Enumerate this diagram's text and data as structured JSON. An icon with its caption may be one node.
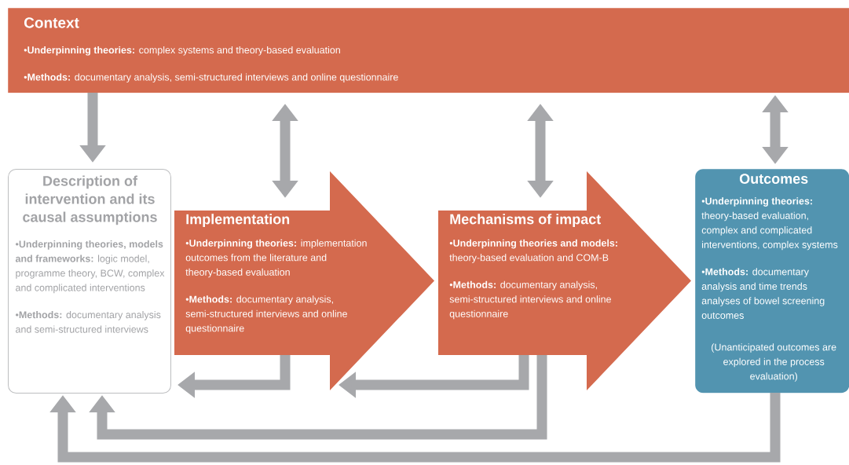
{
  "diagram": {
    "nodes": [
      {
        "text": [
          "Context",
          "•**Underpinning theories:** complex systems and theory-based evaluation",
          "•**Methods:** documentary analysis, semi-structured interviews and online questionnaire"
        ]
      },
      {
        "text": [
          "Description of intervention and its causal assumptions",
          "•**Underpinning theories, models and frameworks:** logic model, programme theory, BCW, complex and complicated interventions",
          "•**Methods:** documentary analysis and semi-structured interviews"
        ]
      },
      {
        "text": [
          "Implementation",
          "•**Underpinning theories:** implementation outcomes from the literature and theory-based evaluation",
          "•**Methods:** documentary analysis, semi-structured interviews and online questionnaire"
        ]
      },
      {
        "text": [
          "Mechanisms of impact",
          "•**Underpinning theories and models:** theory-based evaluation and COM-B",
          "•**Methods:** documentary analysis, semi-structured interviews and online questionnaire"
        ]
      },
      {
        "text": [
          "Outcomes",
          "•**Underpinning theories:** theory-based evaluation, complex and complicated interventions, complex systems",
          "•**Methods:** documentary analysis and time trends analyses of bowel screening outcomes",
          "(Unanticipated outcomes are explored in the process evaluation)"
        ]
      }
    ],
    "edges": [
      {
        "from": 0,
        "to": 1,
        "arrow": "to"
      },
      {
        "from": 0,
        "to": 2,
        "arrow": "both"
      },
      {
        "from": 0,
        "to": 3,
        "arrow": "both"
      },
      {
        "from": 0,
        "to": 4,
        "arrow": "both"
      },
      {
        "from": 2,
        "to": 1,
        "arrow": "to"
      },
      {
        "from": 3,
        "to": 2,
        "arrow": "to"
      },
      {
        "from": 3,
        "to": 1,
        "arrow": "to"
      },
      {
        "from": 4,
        "to": 1,
        "arrow": "to"
      }
    ]
  }
}
